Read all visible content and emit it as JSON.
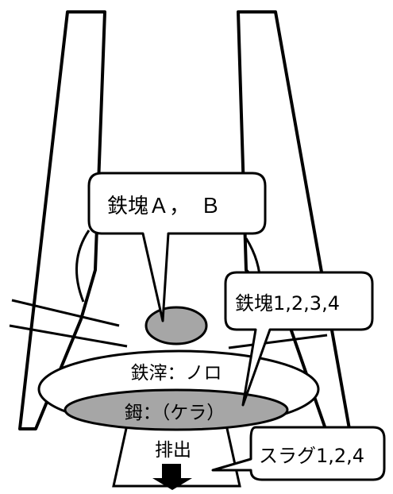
{
  "labels": {
    "lump_ab": "鉄塊Ａ，　Ｂ",
    "lump_1234": "鉄塊1,2,3,4",
    "noro": "鉄滓：ノロ",
    "kera": "鉧：（ケラ）",
    "discharge": "排出",
    "slag": "スラグ1,2,4"
  },
  "colors": {
    "stroke": "#000000",
    "fill_white": "#ffffff",
    "fill_gray": "#a6a6a6",
    "arrow": "#000000"
  },
  "icons": {
    "discharge_arrow": "down-arrow-icon"
  }
}
